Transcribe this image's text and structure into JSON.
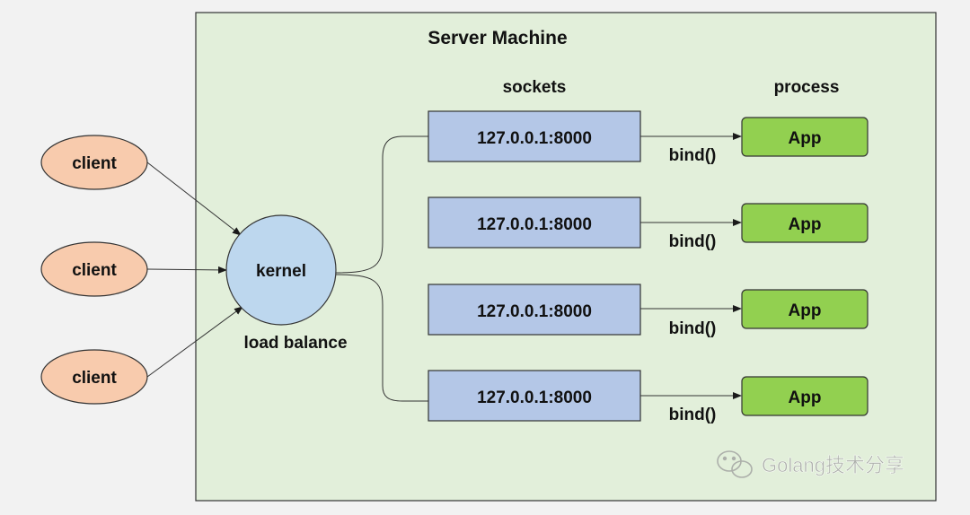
{
  "title": "Server Machine",
  "headers": {
    "sockets": "sockets",
    "process": "process"
  },
  "clients": [
    "client",
    "client",
    "client"
  ],
  "kernel": {
    "label": "kernel",
    "caption": "load balance"
  },
  "sockets": [
    "127.0.0.1:8000",
    "127.0.0.1:8000",
    "127.0.0.1:8000",
    "127.0.0.1:8000"
  ],
  "bind_labels": [
    "bind()",
    "bind()",
    "bind()",
    "bind()"
  ],
  "apps": [
    "App",
    "App",
    "App",
    "App"
  ],
  "watermark": "Golang技术分享",
  "colors": {
    "page_bg": "#f2f2f2",
    "machine_bg": "#e2efda",
    "client_fill": "#f8cbad",
    "kernel_fill": "#bdd7ee",
    "socket_fill": "#b4c7e7",
    "app_fill": "#92d050",
    "stroke": "#333333"
  }
}
